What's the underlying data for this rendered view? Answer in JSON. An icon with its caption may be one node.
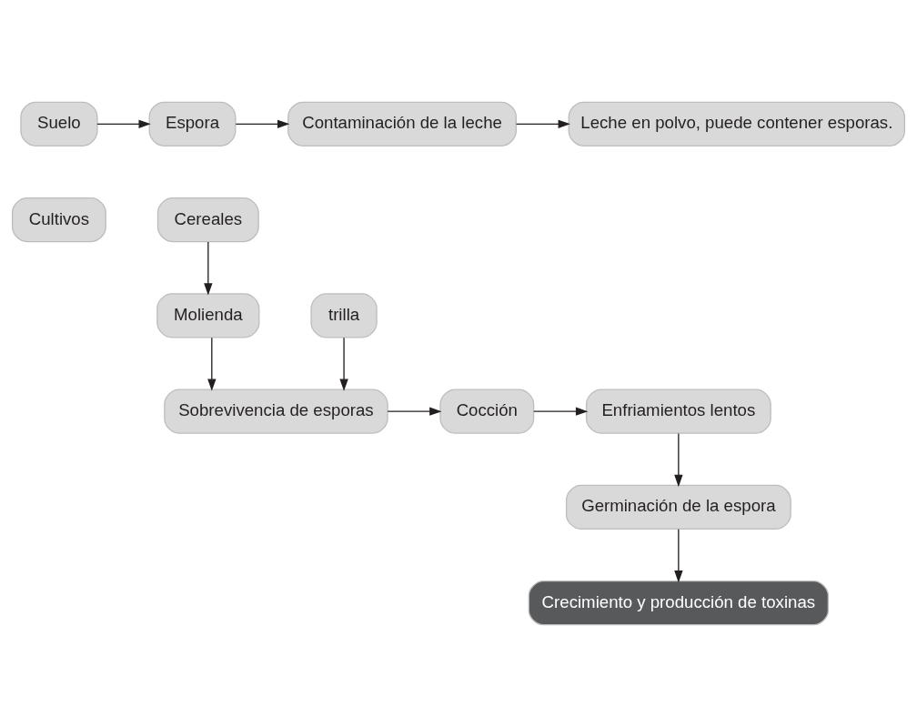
{
  "diagram": {
    "nodes": [
      {
        "text": [
          "Suelo"
        ]
      },
      {
        "text": [
          "Espora"
        ]
      },
      {
        "text": [
          "Contaminación de la leche"
        ]
      },
      {
        "text": [
          "Leche en polvo, puede contener esporas."
        ]
      },
      {
        "text": [
          "Cultivos"
        ]
      },
      {
        "text": [
          "Cereales"
        ]
      },
      {
        "text": [
          "Molienda"
        ]
      },
      {
        "text": [
          "trilla"
        ]
      },
      {
        "text": [
          "Sobrevivencia de esporas"
        ]
      },
      {
        "text": [
          "Cocción"
        ]
      },
      {
        "text": [
          "Enfriamientos lentos"
        ]
      },
      {
        "text": [
          "Germinación de la espora"
        ]
      },
      {
        "text": [
          "Crecimiento y producción de toxinas"
        ]
      }
    ],
    "edges": [
      {
        "from": 0,
        "to": 1,
        "arrow": "to"
      },
      {
        "from": 1,
        "to": 2,
        "arrow": "to"
      },
      {
        "from": 2,
        "to": 3,
        "arrow": "to"
      },
      {
        "from": 5,
        "to": 6,
        "arrow": "to"
      },
      {
        "from": 6,
        "to": 8,
        "arrow": "to"
      },
      {
        "from": 7,
        "to": 8,
        "arrow": "to"
      },
      {
        "from": 8,
        "to": 9,
        "arrow": "to"
      },
      {
        "from": 9,
        "to": 10,
        "arrow": "to"
      },
      {
        "from": 10,
        "to": 11,
        "arrow": "to"
      },
      {
        "from": 11,
        "to": 12,
        "arrow": "to"
      }
    ]
  }
}
